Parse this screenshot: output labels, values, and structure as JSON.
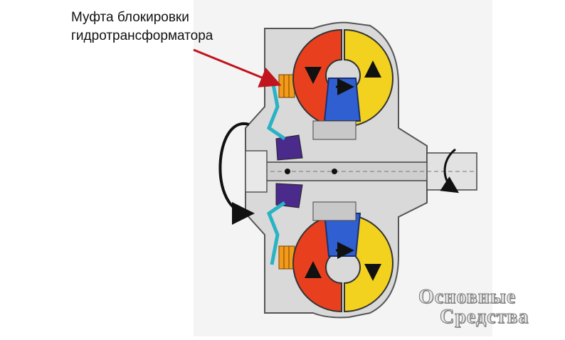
{
  "caption": {
    "line1": "Муфта блокировки",
    "line2": "гидротрансформатора"
  },
  "logo": {
    "line1": "Основные",
    "line2": "Средства"
  },
  "colors": {
    "pump_red": "#e8401f",
    "turbine_yellow": "#f2d21e",
    "stator_blue": "#2f5fd0",
    "clutch_orange": "#f29a1a",
    "hub_purple": "#4a2a8a",
    "plate_cyan": "#29b3c4",
    "arrow_red": "#c0141e",
    "housing_gray": "#d6d6d6"
  },
  "icons": [
    "rotation-arrow-icon",
    "red-pointer-arrow-icon",
    "flow-arrow-icon"
  ]
}
